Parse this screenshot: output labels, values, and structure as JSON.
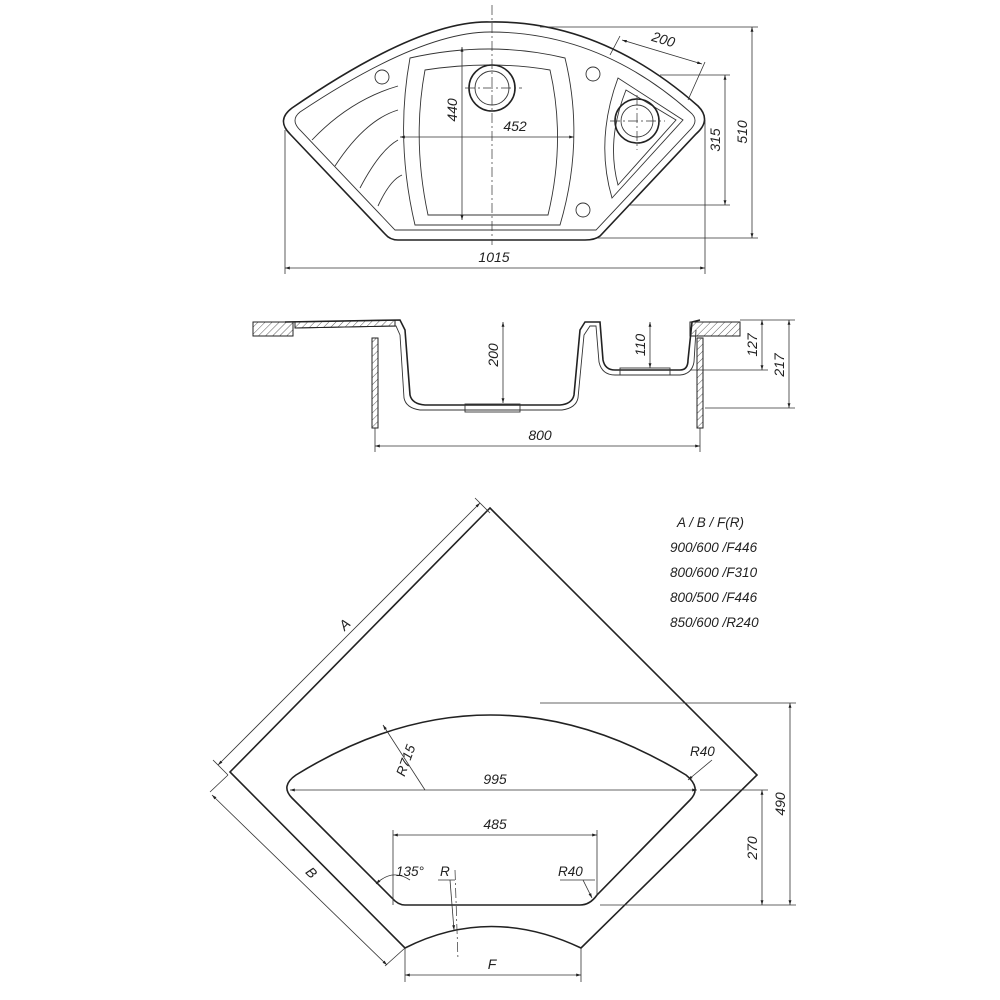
{
  "top_view": {
    "dims": {
      "overall_width": "1015",
      "overall_depth": "510",
      "small_bowl_depth": "315",
      "small_bowl_width": "200",
      "main_bowl_depth": "440",
      "main_bowl_width": "452"
    }
  },
  "side_view": {
    "dims": {
      "cabinet_width": "800",
      "main_bowl_height": "200",
      "small_bowl_height": "110",
      "height_127": "127",
      "height_217": "217"
    }
  },
  "cutout_template": {
    "dims": {
      "side_a": "A",
      "side_b": "B",
      "front_f": "F",
      "radius_large": "R715",
      "radius_corner_right": "R40",
      "radius_corner_bottom": "R40",
      "radius_r": "R",
      "angle": "135°",
      "width_995": "995",
      "width_485": "485",
      "depth_490": "490",
      "depth_270": "270"
    },
    "table": {
      "header": "A  /  B  /  F(R)",
      "rows": [
        "900/600 /F446",
        "800/600 /F310",
        "800/500 /F446",
        "850/600 /R240"
      ]
    }
  }
}
